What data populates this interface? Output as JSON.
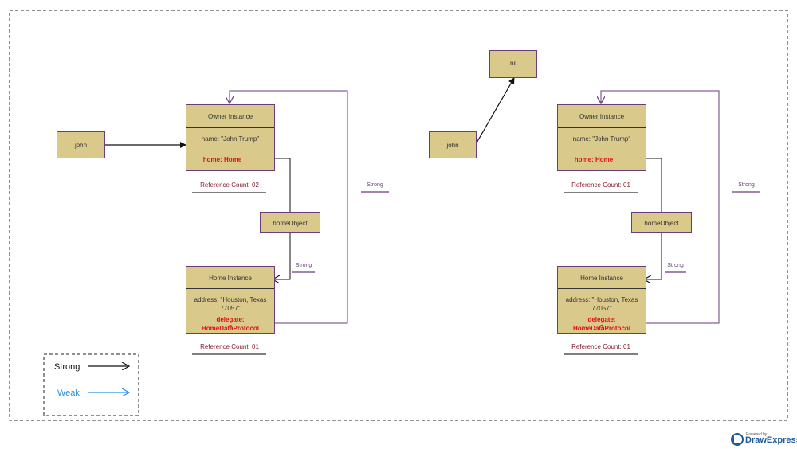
{
  "left": {
    "john_label": "john",
    "owner": {
      "title": "Owner Instance",
      "name_line": "name: \"John Trump\"",
      "home_line": "home: Home"
    },
    "owner_refcount": "Reference Count: 02",
    "homeobject_label": "homeObject",
    "strong_inner": "Strong",
    "strong_outer": "Strong",
    "home": {
      "title": "Home Instance",
      "address_line1": "address: \"Houston, Texas",
      "address_line2": "77057\"",
      "delegate_line1": "delegate: HomeDataProtocol",
      "delegate_line2": "?"
    },
    "home_refcount": "Reference Count: 01"
  },
  "right": {
    "nil_label": "nil",
    "john_label": "john",
    "owner": {
      "title": "Owner Instance",
      "name_line": "name: \"John Trump\"",
      "home_line": "home: Home"
    },
    "owner_refcount": "Reference Count: 01",
    "homeobject_label": "homeObject",
    "strong_inner": "Strong",
    "strong_outer": "Strong",
    "home": {
      "title": "Home Instance",
      "address_line1": "address: \"Houston, Texas",
      "address_line2": "77057\"",
      "delegate_line1": "delegate: HomeDataProtocol",
      "delegate_line2": "?"
    },
    "home_refcount": "Reference Count: 01"
  },
  "legend": {
    "strong": "Strong",
    "weak": "Weak"
  },
  "colors": {
    "box_fill": "#d9c98a",
    "box_border": "#6a3d78",
    "strong_arrow": "#111111",
    "weak_arrow": "#2a8fe0",
    "relation_line": "#6a3d78",
    "refcount_text": "#8a1c2b",
    "highlight": "#e01010"
  },
  "branding": {
    "powered_by": "Powered by",
    "name": "DrawExpress"
  }
}
